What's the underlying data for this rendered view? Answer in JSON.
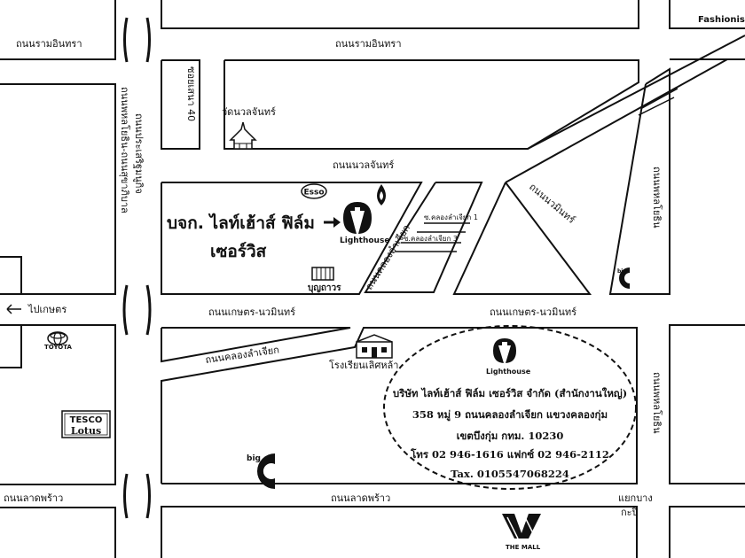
{
  "brand": {
    "watermark": "Fashionisland"
  },
  "roads": {
    "ramintra_left": "ถนนรามอินทรา",
    "ramintra_top": "ถนนรามอินทรา",
    "soi40": "ซอยเสนา 40",
    "nuanchan": "ถนนนวลจันทร์",
    "kaset_left": "ถนนเกษตร-นวมินทร์",
    "kaset_right": "ถนนเกษตร-นวมินทร์",
    "klong_lam_chiak_diag": "ถนนคลองลำเจียก",
    "klong_lam_chiak_lower": "ถนนคลองลำเจียก",
    "soi_1": "ซ.คลองลำเจียก 1",
    "soi_3": "ซ.คลองลำเจียก 3",
    "nawamin": "ถนนนวมินทร์",
    "ladprao_left": "ถนนลาดพร้าว",
    "ladprao_center": "ถนนลาดพร้าว",
    "phahon_left_a": "ถนนพหลโยธิน-ถนนสุขาภิบาล",
    "phahon_left_b": "ถนนประเสริฐมนูกิจ",
    "right_top": "ถนนพหลโยธิน",
    "right_bottom": "ถนนพหลโยธิน",
    "yaek_bang_kapi_1": "แยกบาง",
    "yaek_bang_kapi_2": "กะปิ"
  },
  "direction": {
    "label": "ไปเกษตร"
  },
  "landmarks": {
    "temple": "วัดนวลจันทร์",
    "school": "โรงเรียนเลิศหล้า",
    "esso": "Esso",
    "toyota": "TOYOTA",
    "tesco_1": "TESCO",
    "tesco_2": "Lotus",
    "bunthavorn": "บุญถาวร",
    "mall": "THE MALL"
  },
  "company_label": {
    "line1": "บจก. ไลท์เฮ้าส์ ฟิล์ม",
    "line2": "เซอร์วิส",
    "logo_text": "Lighthouse"
  },
  "address_box": {
    "logo_text": "Lighthouse",
    "line1": "บริษัท ไลท์เฮ้าส์ ฟิล์ม เซอร์วิส จำกัด (สำนักงานใหญ่)",
    "line2": "358 หมู่ 9 ถนนคลองลำเจียก แขวงคลองกุ่ม",
    "line3": "เขตบึงกุ่ม กทม. 10230",
    "line4": "โทร 02 946-1616 แฟกซ์ 02 946-2112",
    "line5": "Tax. 0105547068224"
  }
}
